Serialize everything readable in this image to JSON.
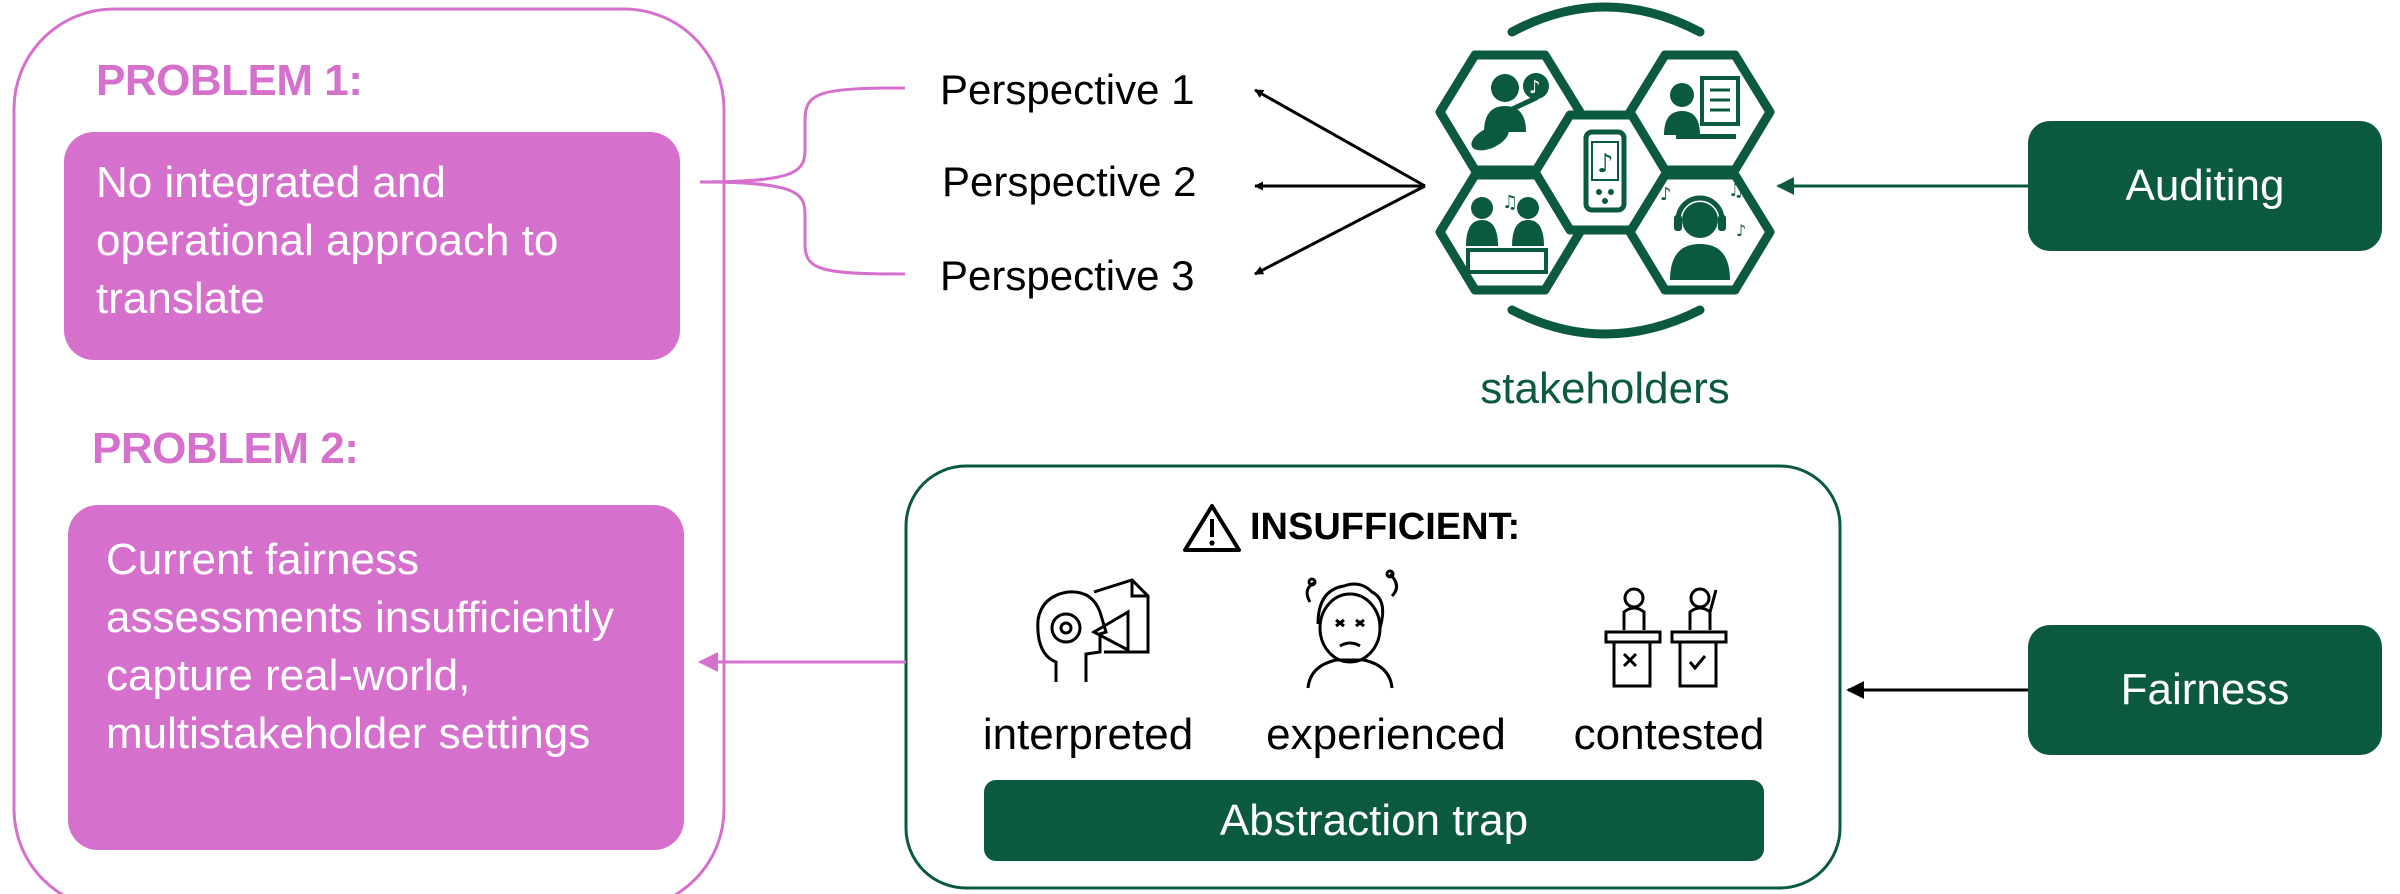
{
  "problems": [
    {
      "label": "PROBLEM 1:",
      "text": "No integrated and operational approach to translate"
    },
    {
      "label": "PROBLEM 2:",
      "text": "Current fairness assessments insufficiently capture real-world, multistakeholder settings"
    }
  ],
  "perspectives": [
    "Perspective 1",
    "Perspective 2",
    "Perspective 3"
  ],
  "stakeholders_label": "stakeholders",
  "right_buttons": {
    "auditing": "Auditing",
    "fairness": "Fairness"
  },
  "insufficient": {
    "title": "INSUFFICIENT:",
    "categories": [
      "interpreted",
      "experienced",
      "contested"
    ],
    "trap": "Abstraction trap"
  },
  "icons": [
    "warning-icon",
    "head-gear-document-icon",
    "dizzy-person-icon",
    "voting-desks-icon",
    "guitar-musician-icon",
    "composer-icon",
    "smartphone-music-icon",
    "music-teacher-icon",
    "headphones-listener-icon"
  ],
  "colors": {
    "pink": "#d670cd",
    "green": "#0b5a40"
  }
}
